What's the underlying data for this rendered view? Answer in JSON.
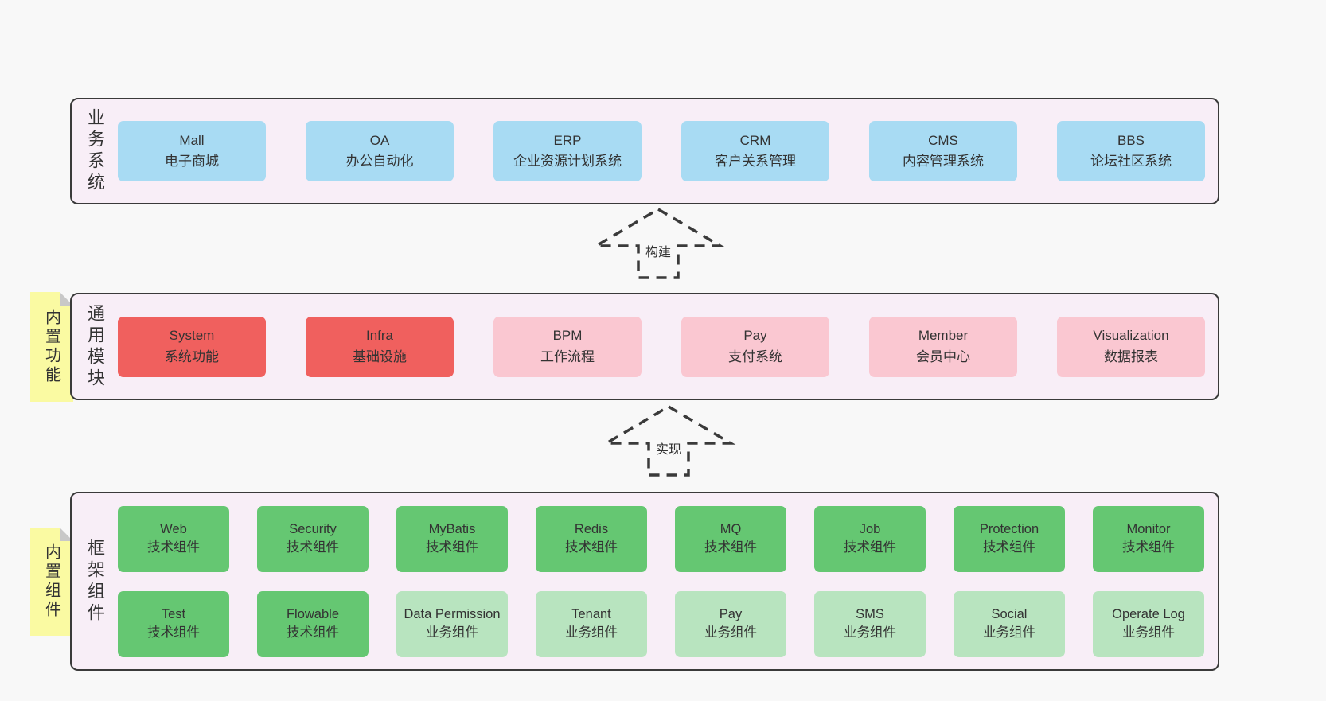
{
  "colors": {
    "page_background": "#f8f8f8",
    "panel_background": "#f8eef7",
    "panel_border": "#3a3a3a",
    "blue": "#a8dbf3",
    "red": "#f0605e",
    "pink": "#fac7d1",
    "green": "#65c772",
    "lightgreen": "#b8e4bf",
    "tag_yellow": "#fafaa2",
    "tag_fold_grey": "#c8c8c8",
    "text": "#333333"
  },
  "arrows": [
    {
      "label": "构建"
    },
    {
      "label": "实现"
    }
  ],
  "layers": [
    {
      "side_label": "业务系统",
      "tag": null,
      "rows": [
        [
          {
            "title": "Mall",
            "subtitle": "电子商城",
            "variant": "blue"
          },
          {
            "title": "OA",
            "subtitle": "办公自动化",
            "variant": "blue"
          },
          {
            "title": "ERP",
            "subtitle": "企业资源计划系统",
            "variant": "blue"
          },
          {
            "title": "CRM",
            "subtitle": "客户关系管理",
            "variant": "blue"
          },
          {
            "title": "CMS",
            "subtitle": "内容管理系统",
            "variant": "blue"
          },
          {
            "title": "BBS",
            "subtitle": "论坛社区系统",
            "variant": "blue"
          }
        ]
      ]
    },
    {
      "side_label": "通用模块",
      "tag": "内置功能",
      "rows": [
        [
          {
            "title": "System",
            "subtitle": "系统功能",
            "variant": "red"
          },
          {
            "title": "Infra",
            "subtitle": "基础设施",
            "variant": "red"
          },
          {
            "title": "BPM",
            "subtitle": "工作流程",
            "variant": "pink"
          },
          {
            "title": "Pay",
            "subtitle": "支付系统",
            "variant": "pink"
          },
          {
            "title": "Member",
            "subtitle": "会员中心",
            "variant": "pink"
          },
          {
            "title": "Visualization",
            "subtitle": "数据报表",
            "variant": "pink"
          }
        ]
      ]
    },
    {
      "side_label": "框架组件",
      "tag": "内置组件",
      "rows": [
        [
          {
            "title": "Web",
            "subtitle": "技术组件",
            "variant": "green"
          },
          {
            "title": "Security",
            "subtitle": "技术组件",
            "variant": "green"
          },
          {
            "title": "MyBatis",
            "subtitle": "技术组件",
            "variant": "green"
          },
          {
            "title": "Redis",
            "subtitle": "技术组件",
            "variant": "green"
          },
          {
            "title": "MQ",
            "subtitle": "技术组件",
            "variant": "green"
          },
          {
            "title": "Job",
            "subtitle": "技术组件",
            "variant": "green"
          },
          {
            "title": "Protection",
            "subtitle": "技术组件",
            "variant": "green"
          },
          {
            "title": "Monitor",
            "subtitle": "技术组件",
            "variant": "green"
          }
        ],
        [
          {
            "title": "Test",
            "subtitle": "技术组件",
            "variant": "green"
          },
          {
            "title": "Flowable",
            "subtitle": "技术组件",
            "variant": "green"
          },
          {
            "title": "Data Permission",
            "subtitle": "业务组件",
            "variant": "lightgreen"
          },
          {
            "title": "Tenant",
            "subtitle": "业务组件",
            "variant": "lightgreen"
          },
          {
            "title": "Pay",
            "subtitle": "业务组件",
            "variant": "lightgreen"
          },
          {
            "title": "SMS",
            "subtitle": "业务组件",
            "variant": "lightgreen"
          },
          {
            "title": "Social",
            "subtitle": "业务组件",
            "variant": "lightgreen"
          },
          {
            "title": "Operate Log",
            "subtitle": "业务组件",
            "variant": "lightgreen"
          }
        ]
      ]
    }
  ]
}
